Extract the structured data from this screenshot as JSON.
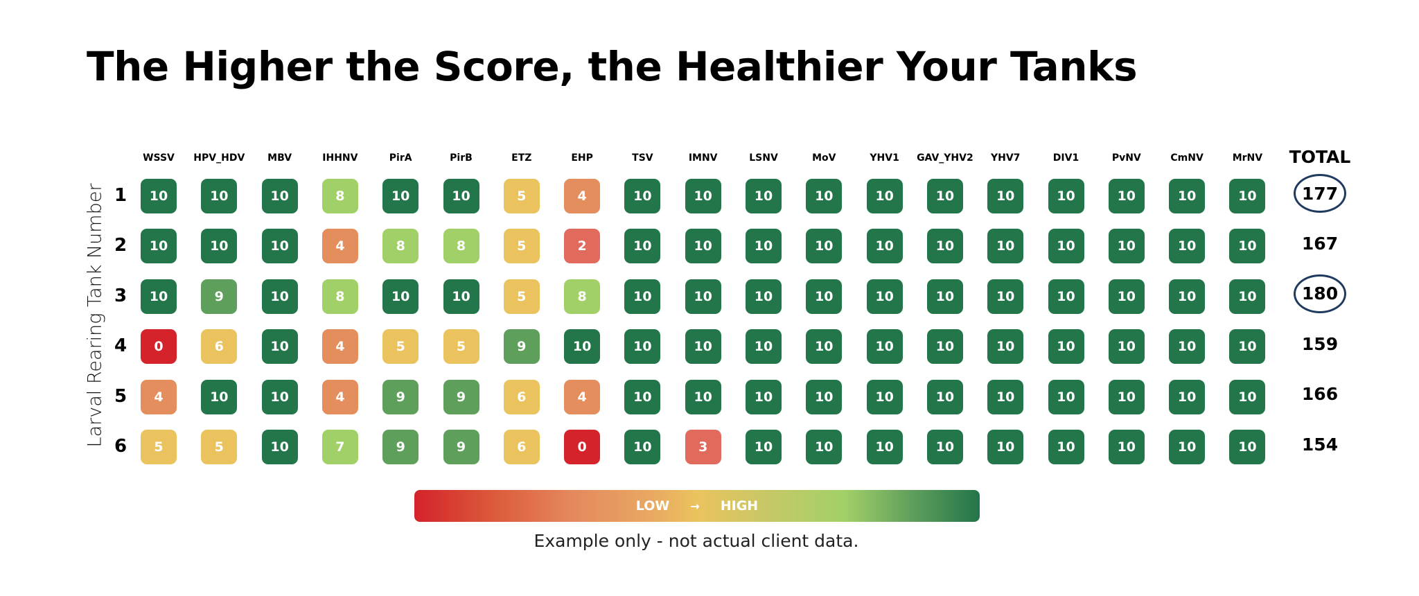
{
  "title": "The Higher the Score, the Healthier Your Tanks",
  "y_axis_label": "Larval Rearing Tank Number",
  "total_header": "TOTAL",
  "legend": {
    "low": "LOW",
    "arrow": "→",
    "high": "HIGH"
  },
  "footer": "Example only - not actual client data.",
  "colors": {
    "score_0": "#d4232b",
    "score_2": "#e06a5c",
    "score_3": "#e06a5c",
    "score_4": "#e48e5e",
    "score_5": "#eac35e",
    "score_6": "#eac35e",
    "score_7": "#a2d068",
    "score_8": "#a2d068",
    "score_9": "#5f9f5c",
    "score_10": "#23754a",
    "circle_outline": "#1f3a5f"
  },
  "chart_data": {
    "type": "heatmap",
    "title": "The Higher the Score, the Healthier Your Tanks",
    "xlabel": "",
    "ylabel": "Larval Rearing Tank Number",
    "columns": [
      "WSSV",
      "HPV_HDV",
      "MBV",
      "IHHNV",
      "PirA",
      "PirB",
      "ETZ",
      "EHP",
      "TSV",
      "IMNV",
      "LSNV",
      "MoV",
      "YHV1",
      "GAV_YHV2",
      "YHV7",
      "DIV1",
      "PvNV",
      "CmNV",
      "MrNV"
    ],
    "rows": [
      "1",
      "2",
      "3",
      "4",
      "5",
      "6"
    ],
    "values": [
      [
        10,
        10,
        10,
        8,
        10,
        10,
        5,
        4,
        10,
        10,
        10,
        10,
        10,
        10,
        10,
        10,
        10,
        10,
        10
      ],
      [
        10,
        10,
        10,
        4,
        8,
        8,
        5,
        2,
        10,
        10,
        10,
        10,
        10,
        10,
        10,
        10,
        10,
        10,
        10
      ],
      [
        10,
        9,
        10,
        8,
        10,
        10,
        5,
        8,
        10,
        10,
        10,
        10,
        10,
        10,
        10,
        10,
        10,
        10,
        10
      ],
      [
        0,
        6,
        10,
        4,
        5,
        5,
        9,
        10,
        10,
        10,
        10,
        10,
        10,
        10,
        10,
        10,
        10,
        10,
        10
      ],
      [
        4,
        10,
        10,
        4,
        9,
        9,
        6,
        4,
        10,
        10,
        10,
        10,
        10,
        10,
        10,
        10,
        10,
        10,
        10
      ],
      [
        5,
        5,
        10,
        7,
        9,
        9,
        6,
        0,
        10,
        3,
        10,
        10,
        10,
        10,
        10,
        10,
        10,
        10,
        10
      ]
    ],
    "totals": [
      177,
      167,
      180,
      159,
      166,
      154
    ],
    "circled_totals": [
      "1",
      "3"
    ],
    "color_scale": {
      "min_label": "LOW",
      "max_label": "HIGH",
      "range": [
        0,
        10
      ]
    },
    "annotations": [
      "Example only - not actual client data."
    ]
  }
}
